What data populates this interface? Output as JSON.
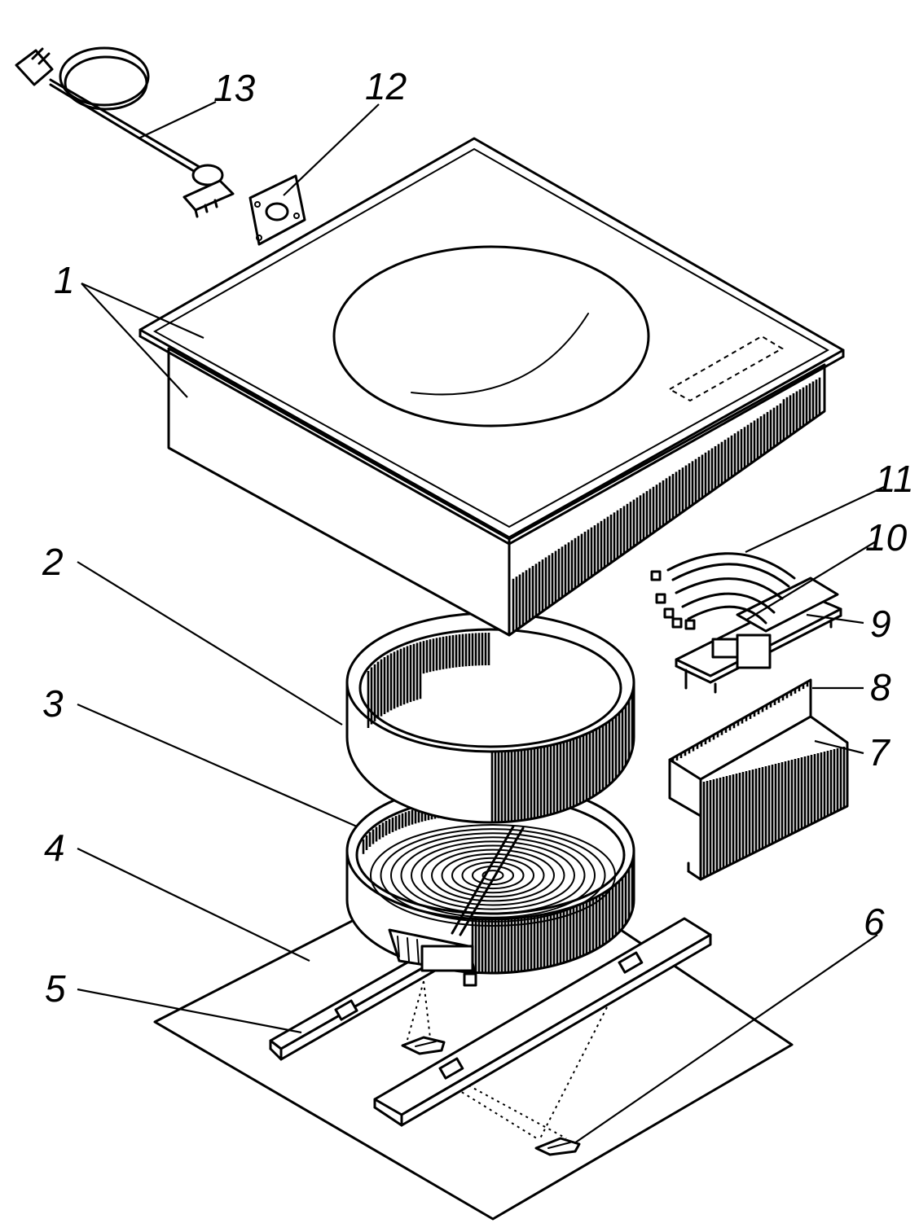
{
  "diagram": {
    "labels": [
      {
        "id": "1",
        "text": "1"
      },
      {
        "id": "2",
        "text": "2"
      },
      {
        "id": "3",
        "text": "3"
      },
      {
        "id": "4",
        "text": "4"
      },
      {
        "id": "5",
        "text": "5"
      },
      {
        "id": "6",
        "text": "6"
      },
      {
        "id": "7",
        "text": "7"
      },
      {
        "id": "8",
        "text": "8"
      },
      {
        "id": "9",
        "text": "9"
      },
      {
        "id": "10",
        "text": "10"
      },
      {
        "id": "11",
        "text": "11"
      },
      {
        "id": "12",
        "text": "12"
      },
      {
        "id": "13",
        "text": "13"
      }
    ],
    "colors": {
      "line": "#000000",
      "background": "#ffffff"
    }
  }
}
